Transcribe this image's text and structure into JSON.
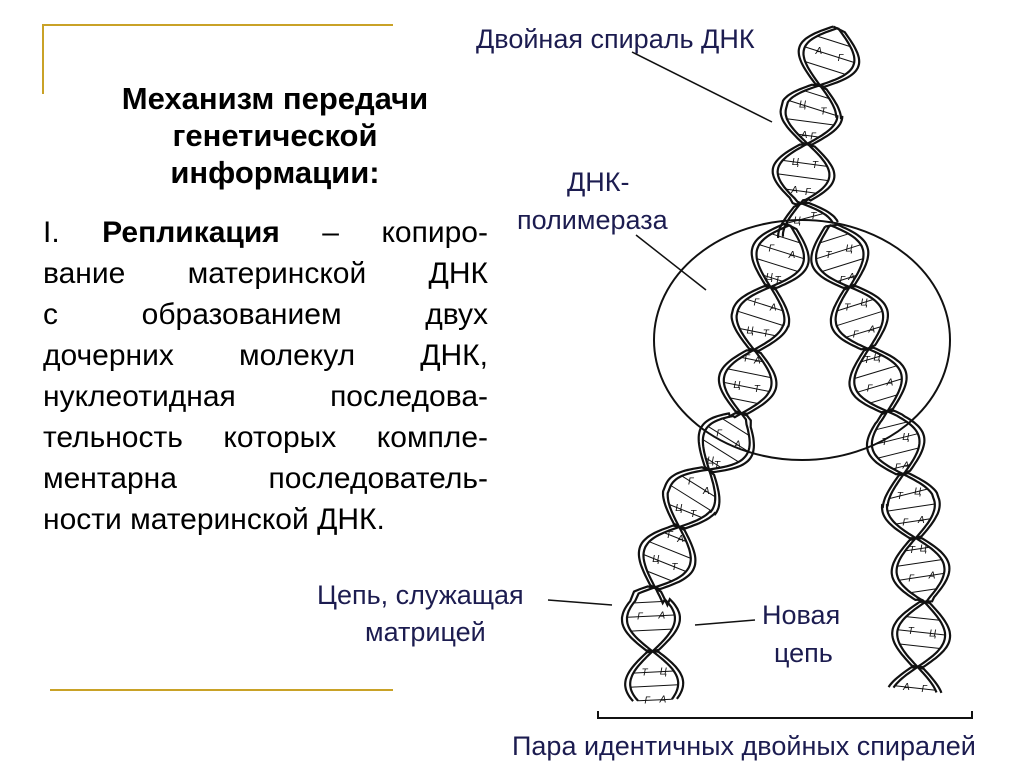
{
  "heading": {
    "line1": "Механизм  передачи",
    "line2": "генетической",
    "line3": "информации:"
  },
  "body": {
    "numeral": "I. ",
    "term": "Репликация",
    "lines": [
      " – копиро-",
      "вание  материнской  ДНК",
      "с    образованием    двух",
      "дочерних  молекул  ДНК,",
      "нуклеотидная   последова-",
      "тельность которых компле-",
      "ментарна   последователь-",
      "ности материнской ДНК."
    ]
  },
  "diagram": {
    "labels": {
      "double_helix": "Двойная спираль ДНК",
      "polymerase_1": "ДНК-",
      "polymerase_2": "полимераза",
      "template_1": "Цепь, служащая",
      "template_2": "матрицей",
      "new_strand_1": "Новая",
      "new_strand_2": "цепь",
      "pair": "Пара идентичных двойных спиралей"
    },
    "nucleotide_letters": [
      "А",
      "Т",
      "Г",
      "Ц"
    ]
  },
  "colors": {
    "accent_line": "#c9a227",
    "label_text": "#1c1c50",
    "ink": "#111111"
  }
}
